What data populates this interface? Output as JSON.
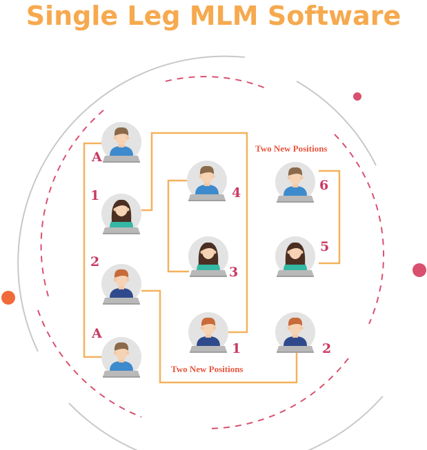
{
  "title": "Single Leg MLM Software",
  "colors": {
    "title": "#F6A94E",
    "connector": "#F3B15C",
    "label": "#C83A62",
    "caption": "#E8553E",
    "ring": "#C8C8C8",
    "dash": "#D9506F",
    "dot_pink": "#D9506F",
    "dot_orange": "#F06A3A"
  },
  "labels": {
    "a_top": "A",
    "one_left": "1",
    "two_left": "2",
    "a_bottom": "A",
    "four": "4",
    "three": "3",
    "one_mid": "1",
    "six": "6",
    "five": "5",
    "two_right": "2"
  },
  "captions": {
    "top": "Two New Positions",
    "bottom": "Two New Positions"
  },
  "people": [
    {
      "id": "a-top",
      "gender": "male",
      "shirt": "#3D8ACC",
      "hair": "#8A6A4A"
    },
    {
      "id": "1-left",
      "gender": "female",
      "shirt": "#35B7A5",
      "hair": "#4A2F22"
    },
    {
      "id": "2-left",
      "gender": "male",
      "shirt": "#2F4A8C",
      "hair": "#C86A3A"
    },
    {
      "id": "a-bottom",
      "gender": "male",
      "shirt": "#3D8ACC",
      "hair": "#8A6A4A"
    },
    {
      "id": "4",
      "gender": "male",
      "shirt": "#3D8ACC",
      "hair": "#8A6A4A"
    },
    {
      "id": "3",
      "gender": "female",
      "shirt": "#35B7A5",
      "hair": "#4A2F22"
    },
    {
      "id": "1-mid",
      "gender": "male",
      "shirt": "#2F4A8C",
      "hair": "#C86A3A"
    },
    {
      "id": "6",
      "gender": "male",
      "shirt": "#3D8ACC",
      "hair": "#8A6A4A"
    },
    {
      "id": "5",
      "gender": "female",
      "shirt": "#35B7A5",
      "hair": "#4A2F22"
    },
    {
      "id": "2-right",
      "gender": "male",
      "shirt": "#2F4A8C",
      "hair": "#C86A3A"
    }
  ]
}
